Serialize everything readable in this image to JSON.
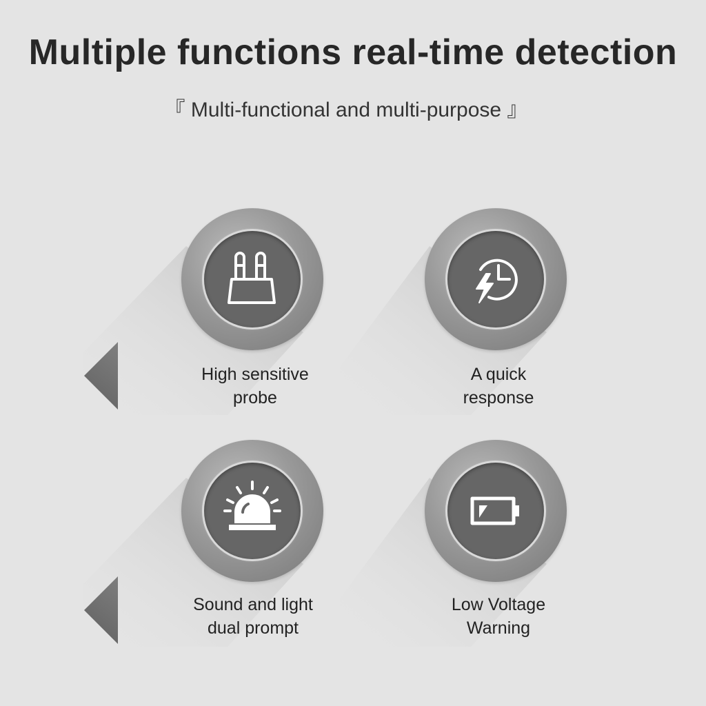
{
  "header": {
    "title": "Multiple functions real-time detection",
    "subtitle": "『 Multi-functional and multi-purpose 』"
  },
  "features": [
    {
      "icon": "probe-icon",
      "line1": "High sensitive",
      "line2": "probe"
    },
    {
      "icon": "fast-clock-icon",
      "line1": "A quick",
      "line2": "response"
    },
    {
      "icon": "alarm-light-icon",
      "line1": "Sound and light",
      "line2": "dual prompt"
    },
    {
      "icon": "low-battery-icon",
      "line1": "Low Voltage",
      "line2": "Warning"
    }
  ],
  "colors": {
    "background": "#e4e4e4",
    "disk_inner": "#666666",
    "arrow": "#5e5e5e",
    "icon_stroke": "#ffffff"
  }
}
